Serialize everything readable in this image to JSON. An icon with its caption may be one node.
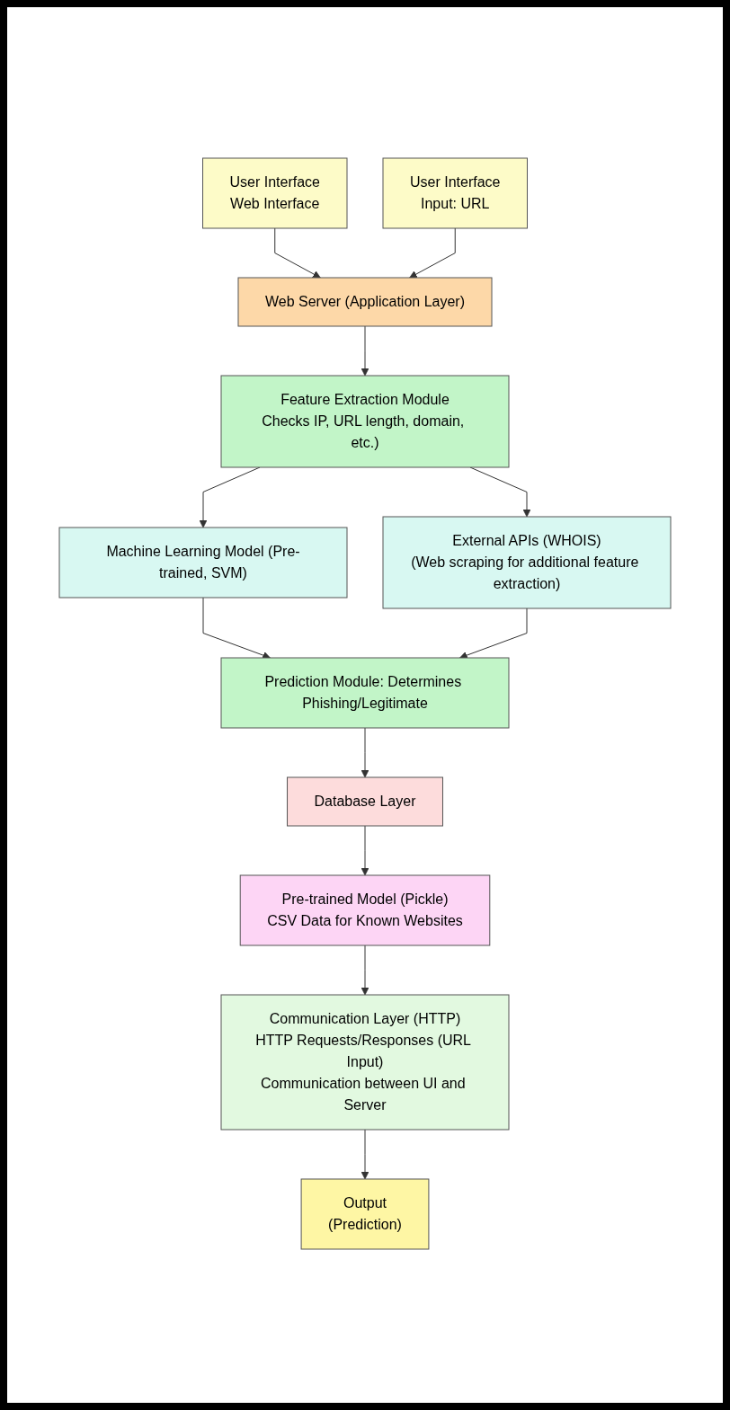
{
  "diagram": {
    "nodes": [
      {
        "text": [
          "User Interface",
          "Web Interface"
        ]
      },
      {
        "text": [
          "User Interface",
          "Input: URL"
        ]
      },
      {
        "text": [
          "Web Server (Application Layer)"
        ]
      },
      {
        "text": [
          "Feature Extraction Module",
          "Checks IP, URL length, domain, etc.)"
        ]
      },
      {
        "text": [
          "Machine Learning Model (Pre-trained, SVM)"
        ]
      },
      {
        "text": [
          "External APIs (WHOIS)",
          "(Web scraping for additional feature extraction)"
        ]
      },
      {
        "text": [
          "Prediction Module: Determines Phishing/Legitimate"
        ]
      },
      {
        "text": [
          "Database Layer"
        ]
      },
      {
        "text": [
          "Pre-trained Model (Pickle)",
          "CSV Data for Known Websites"
        ]
      },
      {
        "text": [
          "Communication Layer (HTTP)",
          "HTTP Requests/Responses (URL Input)",
          "Communication between UI and Server"
        ]
      },
      {
        "text": [
          "Output",
          "(Prediction)"
        ]
      }
    ],
    "edges": [
      {
        "from": 0,
        "to": 2,
        "arrow": "to"
      },
      {
        "from": 1,
        "to": 2,
        "arrow": "to"
      },
      {
        "from": 2,
        "to": 3,
        "arrow": "to"
      },
      {
        "from": 3,
        "to": 4,
        "arrow": "to"
      },
      {
        "from": 3,
        "to": 5,
        "arrow": "to"
      },
      {
        "from": 4,
        "to": 6,
        "arrow": "to"
      },
      {
        "from": 5,
        "to": 6,
        "arrow": "to"
      },
      {
        "from": 6,
        "to": 7,
        "arrow": "to"
      },
      {
        "from": 7,
        "to": 8,
        "arrow": "to"
      },
      {
        "from": 8,
        "to": 9,
        "arrow": "to"
      },
      {
        "from": 9,
        "to": 10,
        "arrow": "to"
      }
    ]
  }
}
